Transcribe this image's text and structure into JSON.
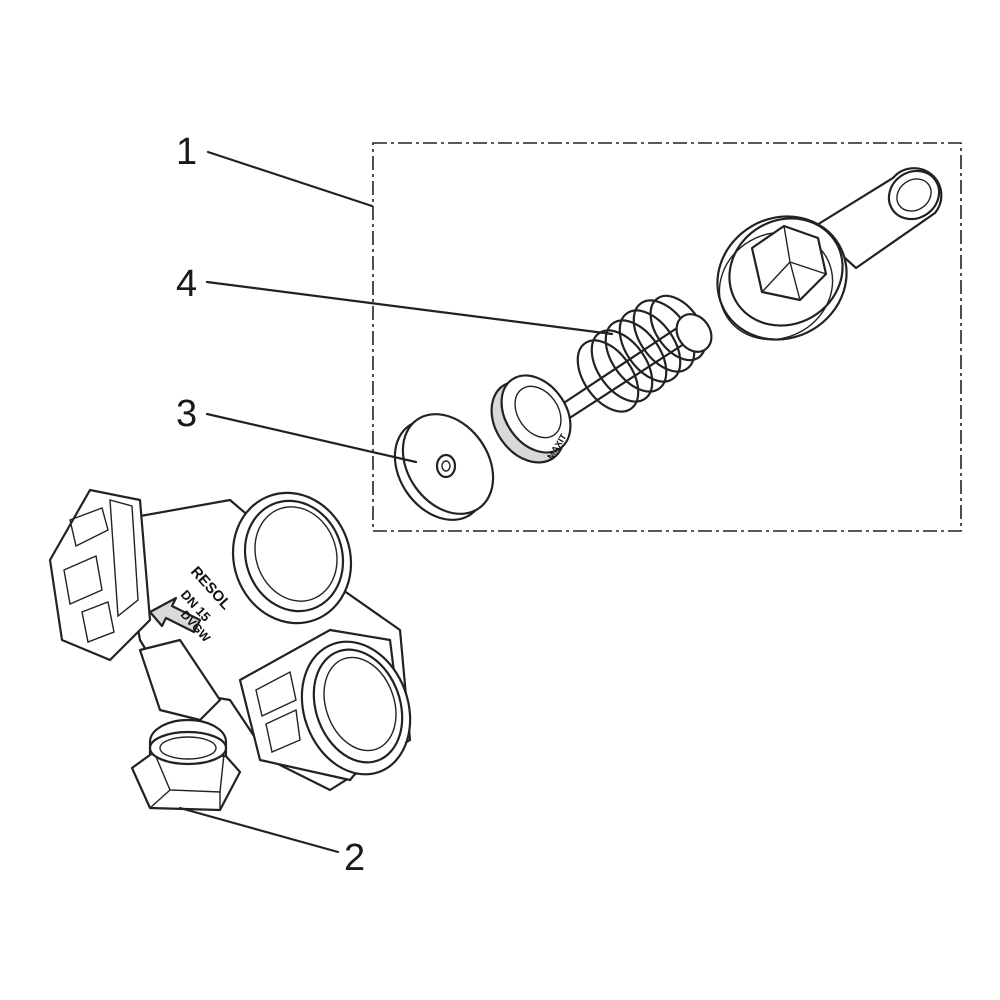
{
  "callouts": [
    {
      "id": "1",
      "label": "1"
    },
    {
      "id": "2",
      "label": "2"
    },
    {
      "id": "3",
      "label": "3"
    },
    {
      "id": "4",
      "label": "4"
    }
  ],
  "stamps": {
    "body_brand": "RESOL",
    "body_size": "DN 15",
    "body_mark": "DVGW",
    "piston_mark": "MAXIT"
  }
}
